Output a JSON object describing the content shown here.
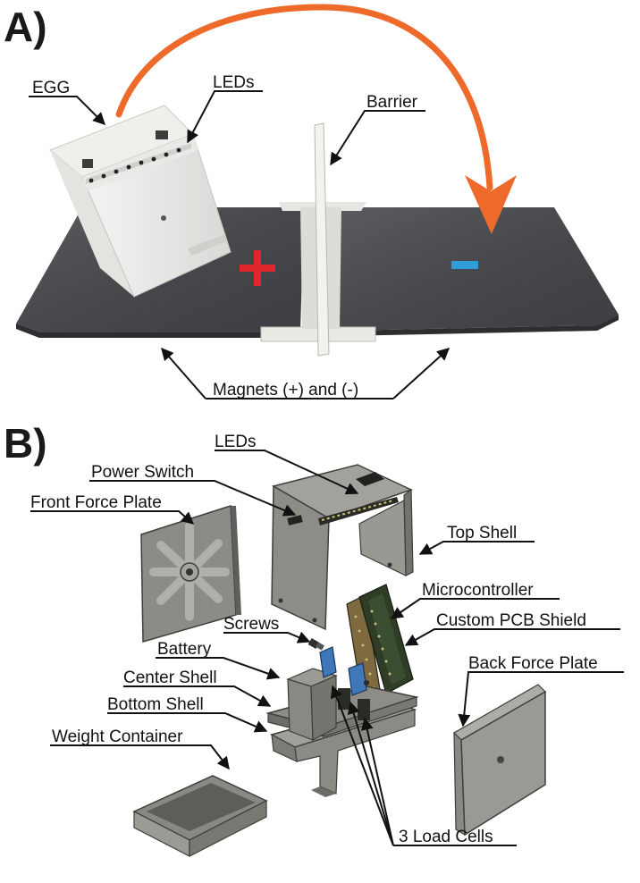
{
  "panel_a": {
    "letter": "A)",
    "labels": {
      "egg": "EGG",
      "leds": "LEDs",
      "barrier": "Barrier",
      "plus": "+",
      "minus": "-",
      "magnets": "Magnets (+) and (-)"
    }
  },
  "panel_b": {
    "letter": "B)",
    "labels": {
      "leds": "LEDs",
      "power_switch": "Power Switch",
      "front_force_plate": "Front Force Plate",
      "top_shell": "Top Shell",
      "microcontroller": "Microcontroller",
      "custom_pcb_shield": "Custom PCB Shield",
      "screws": "Screws",
      "battery": "Battery",
      "center_shell": "Center Shell",
      "bottom_shell": "Bottom Shell",
      "back_force_plate": "Back Force Plate",
      "weight_container": "Weight Container",
      "load_cells": "3 Load Cells"
    }
  },
  "colors": {
    "arrow_orange": "#ee6a2a",
    "plus_red": "#e0262b",
    "minus_blue": "#2f9ed8",
    "plate_dark": "#4a4b4d",
    "shell_gray": "#8c8a85",
    "pcb_green": "#2f3d26",
    "loadcell_blue": "#3e78b8"
  }
}
